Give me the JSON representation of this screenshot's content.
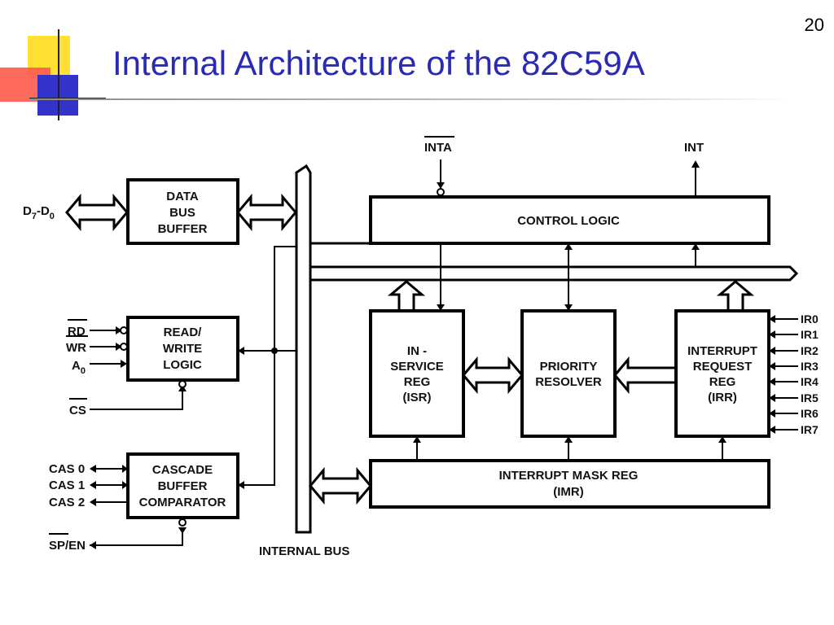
{
  "slide": {
    "number": "20",
    "title": "Internal Architecture of the 82C59A"
  },
  "diagram": {
    "blocks": {
      "data_bus_buffer": [
        "DATA",
        "BUS",
        "BUFFER"
      ],
      "read_write_logic": [
        "READ/",
        "WRITE",
        "LOGIC"
      ],
      "cascade_buffer": [
        "CASCADE",
        "BUFFER",
        "COMPARATOR"
      ],
      "control_logic": [
        "CONTROL LOGIC"
      ],
      "in_service_reg": [
        "IN -",
        "SERVICE",
        "REG",
        "(ISR)"
      ],
      "priority_resolver": [
        "PRIORITY",
        "RESOLVER"
      ],
      "interrupt_request_reg": [
        "INTERRUPT",
        "REQUEST",
        "REG",
        "(IRR)"
      ],
      "interrupt_mask_reg": [
        "INTERRUPT MASK REG",
        "(IMR)"
      ]
    },
    "signals": {
      "data_bus": "D",
      "data_bus_sub1": "7",
      "data_bus_sep": "-D",
      "data_bus_sub2": "0",
      "rd": "RD",
      "wr": "WR",
      "a0": "A",
      "a0_sub": "0",
      "cs": "CS",
      "cas": [
        "CAS 0",
        "CAS 1",
        "CAS 2"
      ],
      "sp_en": "SP/EN",
      "inta": "INTA",
      "int": "INT",
      "ir": [
        "IR0",
        "IR1",
        "IR2",
        "IR3",
        "IR4",
        "IR5",
        "IR6",
        "IR7"
      ]
    },
    "bus_label": "INTERNAL BUS"
  }
}
